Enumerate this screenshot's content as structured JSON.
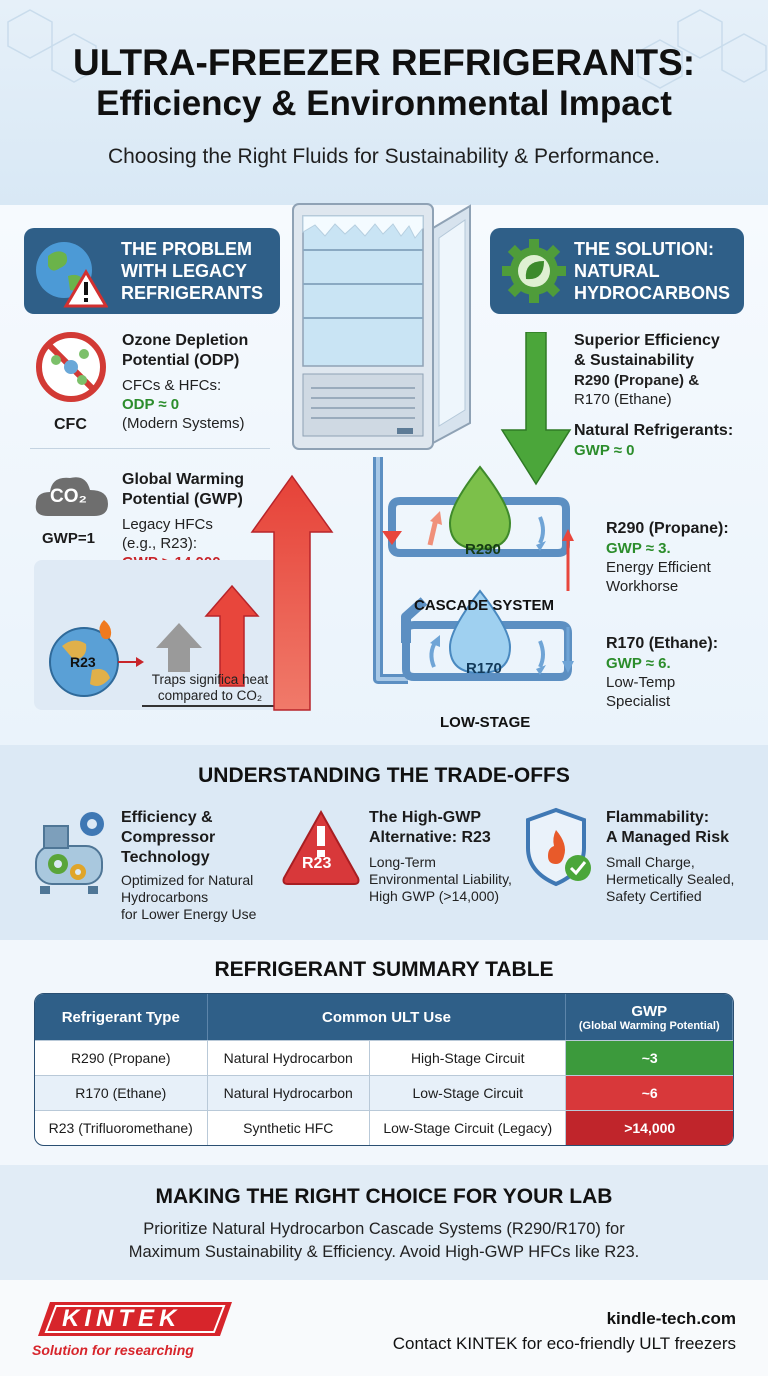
{
  "header": {
    "title_line1": "ULTRA-FREEZER REFRIGERANTS:",
    "title_line2": "Efficiency & Environmental Impact",
    "subtitle": "Choosing the Right Fluids for Sustainability & Performance."
  },
  "problem": {
    "banner_line1": "THE PROBLEM",
    "banner_line2": "WITH LEGACY",
    "banner_line3": "REFRIGERANTS",
    "cfc_label": "CFC",
    "odp_title_line1": "Ozone Depletion",
    "odp_title_line2": "Potential (ODP)",
    "odp_text1": "CFCs & HFCs:",
    "odp_value": "ODP ≈ 0",
    "odp_text2": "(Modern Systems)",
    "co2_label": "CO₂",
    "gwp1_label": "GWP=1",
    "gwp_title_line1": "Global Warming",
    "gwp_title_line2": "Potential (GWP)",
    "gwp_text1": "Legacy HFCs",
    "gwp_text2": "(e.g., R23):",
    "gwp_value": "GWP > 14,000",
    "r23_label": "R23",
    "traps_line1": "Traps significa heat",
    "traps_line2": "compared to CO₂"
  },
  "solution": {
    "banner_line1": "THE SOLUTION:",
    "banner_line2": "NATURAL",
    "banner_line3": "HYDROCARBONS",
    "eff_title_line1": "Superior Efficiency",
    "eff_title_line2": "& Sustainability",
    "eff_text1": "R290 (Propane) &",
    "eff_text2": "R170 (Ethane)",
    "nat_title": "Natural Refrigerants:",
    "nat_value": "GWP ≈ 0",
    "r290_title": "R290 (Propane):",
    "r290_value": "GWP ≈ 3.",
    "r290_desc1": "Energy Efficient",
    "r290_desc2": "Workhorse",
    "r170_title": "R170 (Ethane):",
    "r170_value": "GWP ≈ 6.",
    "r170_desc1": "Low-Temp",
    "r170_desc2": "Specialist"
  },
  "cascade": {
    "r290_drop": "R290",
    "r170_drop": "R170",
    "cascade_label": "CASCADE SYSTEM",
    "low_stage_label": "LOW-STAGE"
  },
  "tradeoffs": {
    "title": "UNDERSTANDING THE TRADE-OFFS",
    "item1_title1": "Efficiency &",
    "item1_title2": "Compressor",
    "item1_title3": "Technology",
    "item1_text1": "Optimized for Natural",
    "item1_text2": "Hydrocarbons",
    "item1_text3": "for Lower Energy Use",
    "item2_title1": "The High-GWP",
    "item2_title2": "Alternative: R23",
    "item2_badge": "R23",
    "item2_text1": "Long-Term",
    "item2_text2": "Environmental Liability,",
    "item2_text3": "High GWP (>14,000)",
    "item3_title1": "Flammability:",
    "item3_title2": "A Managed Risk",
    "item3_text1": "Small Charge,",
    "item3_text2": "Hermetically Sealed,",
    "item3_text3": "Safety Certified"
  },
  "table": {
    "title": "REFRIGERANT SUMMARY TABLE",
    "headers": {
      "type": "Refrigerant Type",
      "use": "Common ULT Use",
      "gwp": "GWP",
      "gwp_sub": "(Global Warming Potential)"
    },
    "rows": [
      {
        "type": "R290 (Propane)",
        "category": "Natural Hydrocarbon",
        "circuit": "High-Stage Circuit",
        "gwp": "~3",
        "color": "#3c9a3c"
      },
      {
        "type": "R170 (Ethane)",
        "category": "Natural Hydrocarbon",
        "circuit": "Low-Stage Circuit",
        "gwp": "~6",
        "color": "#d8383a"
      },
      {
        "type": "R23 (Trifluoromethane)",
        "category": "Synthetic HFC",
        "circuit": "Low-Stage Circuit (Legacy)",
        "gwp": ">14,000",
        "color": "#c0252b"
      }
    ]
  },
  "choice": {
    "title": "MAKING THE RIGHT CHOICE FOR YOUR LAB",
    "text1": "Prioritize Natural Hydrocarbon Cascade Systems (R290/R170) for",
    "text2": "Maximum Sustainability & Efficiency. Avoid High-GWP HFCs like R23."
  },
  "footer": {
    "logo": "KINTEK",
    "tagline": "Solution for researching",
    "website": "kindle-tech.com",
    "contact": "Contact KINTEK for eco-friendly ULT freezers"
  },
  "colors": {
    "banner": "#2f5f88",
    "green": "#2c8d2c",
    "red": "#c8252a",
    "brand_red": "#d7252b"
  }
}
